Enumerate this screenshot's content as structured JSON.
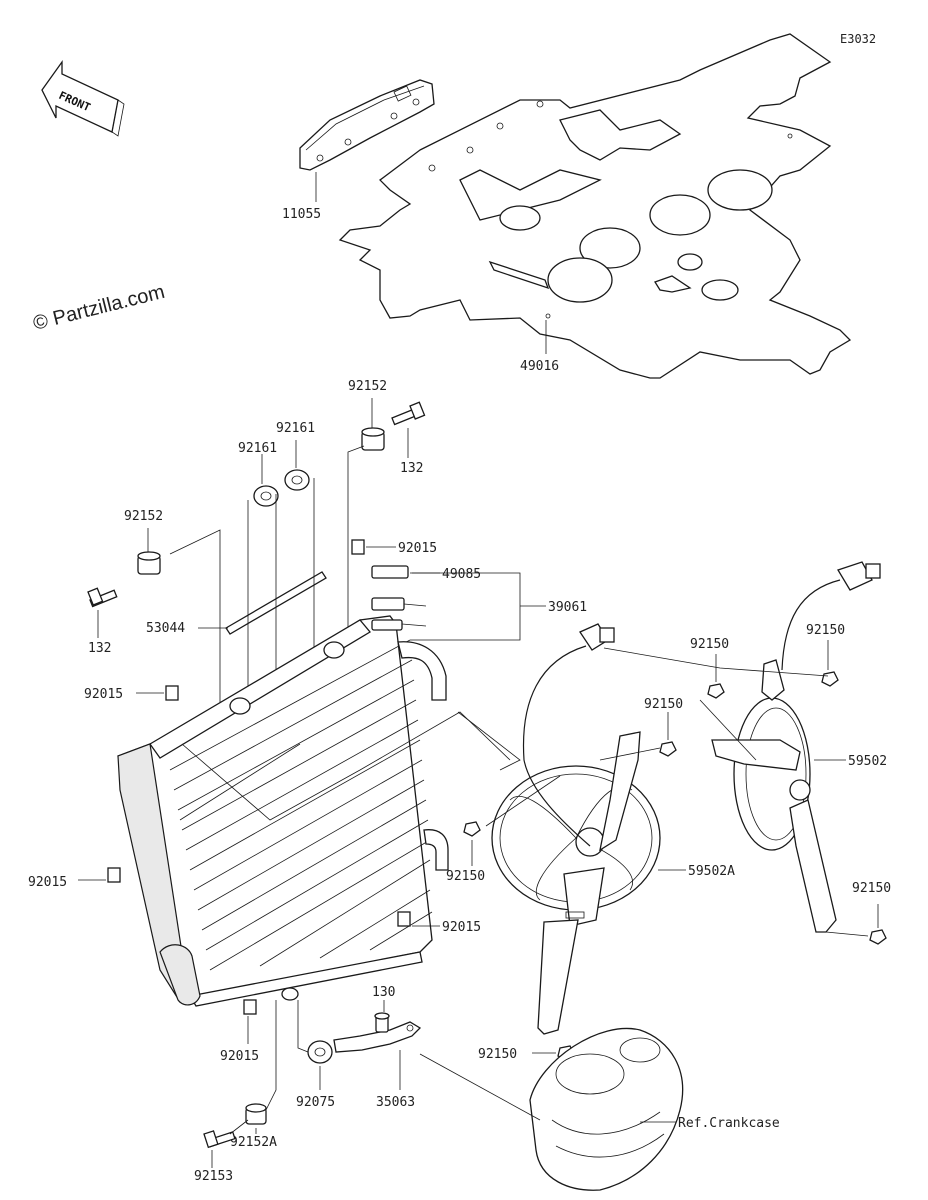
{
  "diagram_code": "E3032",
  "watermark": "© Partzilla.com",
  "front_label": "FRONT",
  "reference": "Ref.Crankcase",
  "labels": {
    "p11055": "11055",
    "p49016": "49016",
    "p92152_top": "92152",
    "p132_top": "132",
    "p92161_a": "92161",
    "p92161_b": "92161",
    "p92152_left": "92152",
    "p132_left": "132",
    "p53044": "53044",
    "p92015_a": "92015",
    "p49085": "49085",
    "p39061": "39061",
    "p92015_left": "92015",
    "p92150_a": "92150",
    "p92150_b": "92150",
    "p92150_c": "92150",
    "p59502": "59502",
    "p92015_b": "92015",
    "p92150_d": "92150",
    "p59502A": "59502A",
    "p92150_e": "92150",
    "p92015_c": "92015",
    "p130": "130",
    "p92150_f": "92150",
    "p92015_d": "92015",
    "p92075": "92075",
    "p35063": "35063",
    "p92152A": "92152A",
    "p92153": "92153"
  }
}
